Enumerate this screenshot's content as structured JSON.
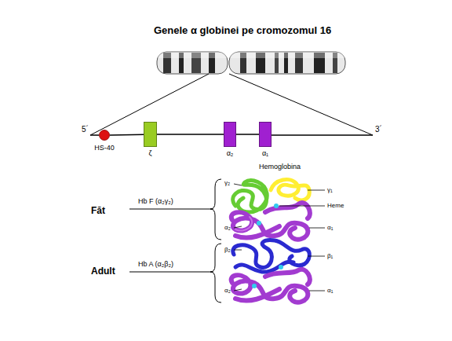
{
  "diagram": {
    "title": "Genele α globinei pe cromozomul 16",
    "nodes": [
      {
        "text": [
          "HS-40"
        ]
      },
      {
        "text": [
          "ζ"
        ]
      },
      {
        "text": [
          "α₂"
        ]
      },
      {
        "text": [
          "α₁"
        ]
      }
    ],
    "edges": [
      {
        "from": 0,
        "to": 1,
        "arrow": "none"
      },
      {
        "from": 1,
        "to": 2,
        "arrow": "none"
      },
      {
        "from": 2,
        "to": 3,
        "arrow": "none"
      }
    ],
    "labels": [
      "5´",
      "3´",
      "Hemoglobina",
      "Făt",
      "Hb F (α₂γ₂)",
      "γ₂",
      "γ₁",
      "Heme",
      "α₂",
      "α₁",
      "Adult",
      "Hb A (α₂β₂)",
      "β₂",
      "β₁",
      "α₂",
      "α₁"
    ]
  }
}
